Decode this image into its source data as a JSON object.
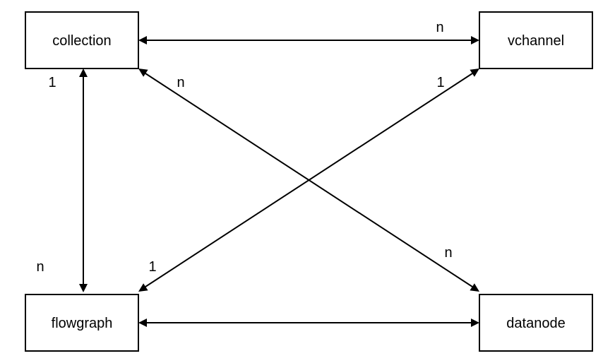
{
  "nodes": {
    "collection": {
      "label": "collection"
    },
    "vchannel": {
      "label": "vchannel"
    },
    "flowgraph": {
      "label": "flowgraph"
    },
    "datanode": {
      "label": "datanode"
    }
  },
  "edges": [
    {
      "from": "collection",
      "to": "vchannel",
      "bidirectional": true,
      "from_cardinality": "",
      "to_cardinality": "n"
    },
    {
      "from": "collection",
      "to": "flowgraph",
      "bidirectional": true,
      "from_cardinality": "1",
      "to_cardinality": "n"
    },
    {
      "from": "collection",
      "to": "datanode",
      "bidirectional": true,
      "from_cardinality": "n",
      "to_cardinality": "n"
    },
    {
      "from": "vchannel",
      "to": "flowgraph",
      "bidirectional": true,
      "from_cardinality": "1",
      "to_cardinality": "1"
    },
    {
      "from": "flowgraph",
      "to": "datanode",
      "bidirectional": true,
      "from_cardinality": "",
      "to_cardinality": ""
    }
  ],
  "labels": {
    "collection_vchannel_n": "n",
    "collection_flowgraph_1": "1",
    "collection_flowgraph_n": "n",
    "collection_datanode_n_top": "n",
    "collection_datanode_n_bottom": "n",
    "vchannel_flowgraph_1_top": "1",
    "vchannel_flowgraph_1_bottom": "1"
  },
  "colors": {
    "stroke": "#000000",
    "background": "#ffffff"
  }
}
